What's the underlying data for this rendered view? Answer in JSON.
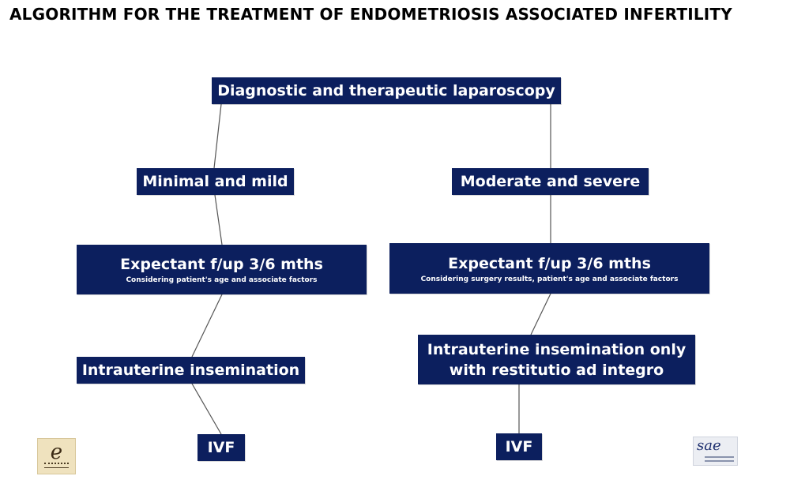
{
  "title": "ALGORITHM FOR THE TREATMENT OF ENDOMETRIOSIS ASSOCIATED INFERTILITY",
  "nodes": {
    "laparoscopy": "Diagnostic and therapeutic laparoscopy",
    "minimal_mild": "Minimal and mild",
    "moderate_severe": "Moderate and severe",
    "expectant_left": {
      "title": "Expectant f/up 3/6 mths",
      "note": "Considering  patient's age and associate factors"
    },
    "expectant_right": {
      "title": "Expectant f/up 3/6 mths",
      "note": "Considering surgery results, patient's age and associate factors"
    },
    "iui_left": "Intrauterine insemination",
    "iui_right": "Intrauterine insemination only\nwith restitutio ad integro",
    "ivf_left": "IVF",
    "ivf_right": "IVF"
  },
  "logos": {
    "left": {
      "icon": "e-logo-icon",
      "letter": "e"
    },
    "right": {
      "icon": "sae-logo-icon",
      "text": "sae"
    }
  },
  "colors": {
    "node_fill": "#0c1f5e",
    "node_text": "#ffffff",
    "connector": "#555555"
  }
}
